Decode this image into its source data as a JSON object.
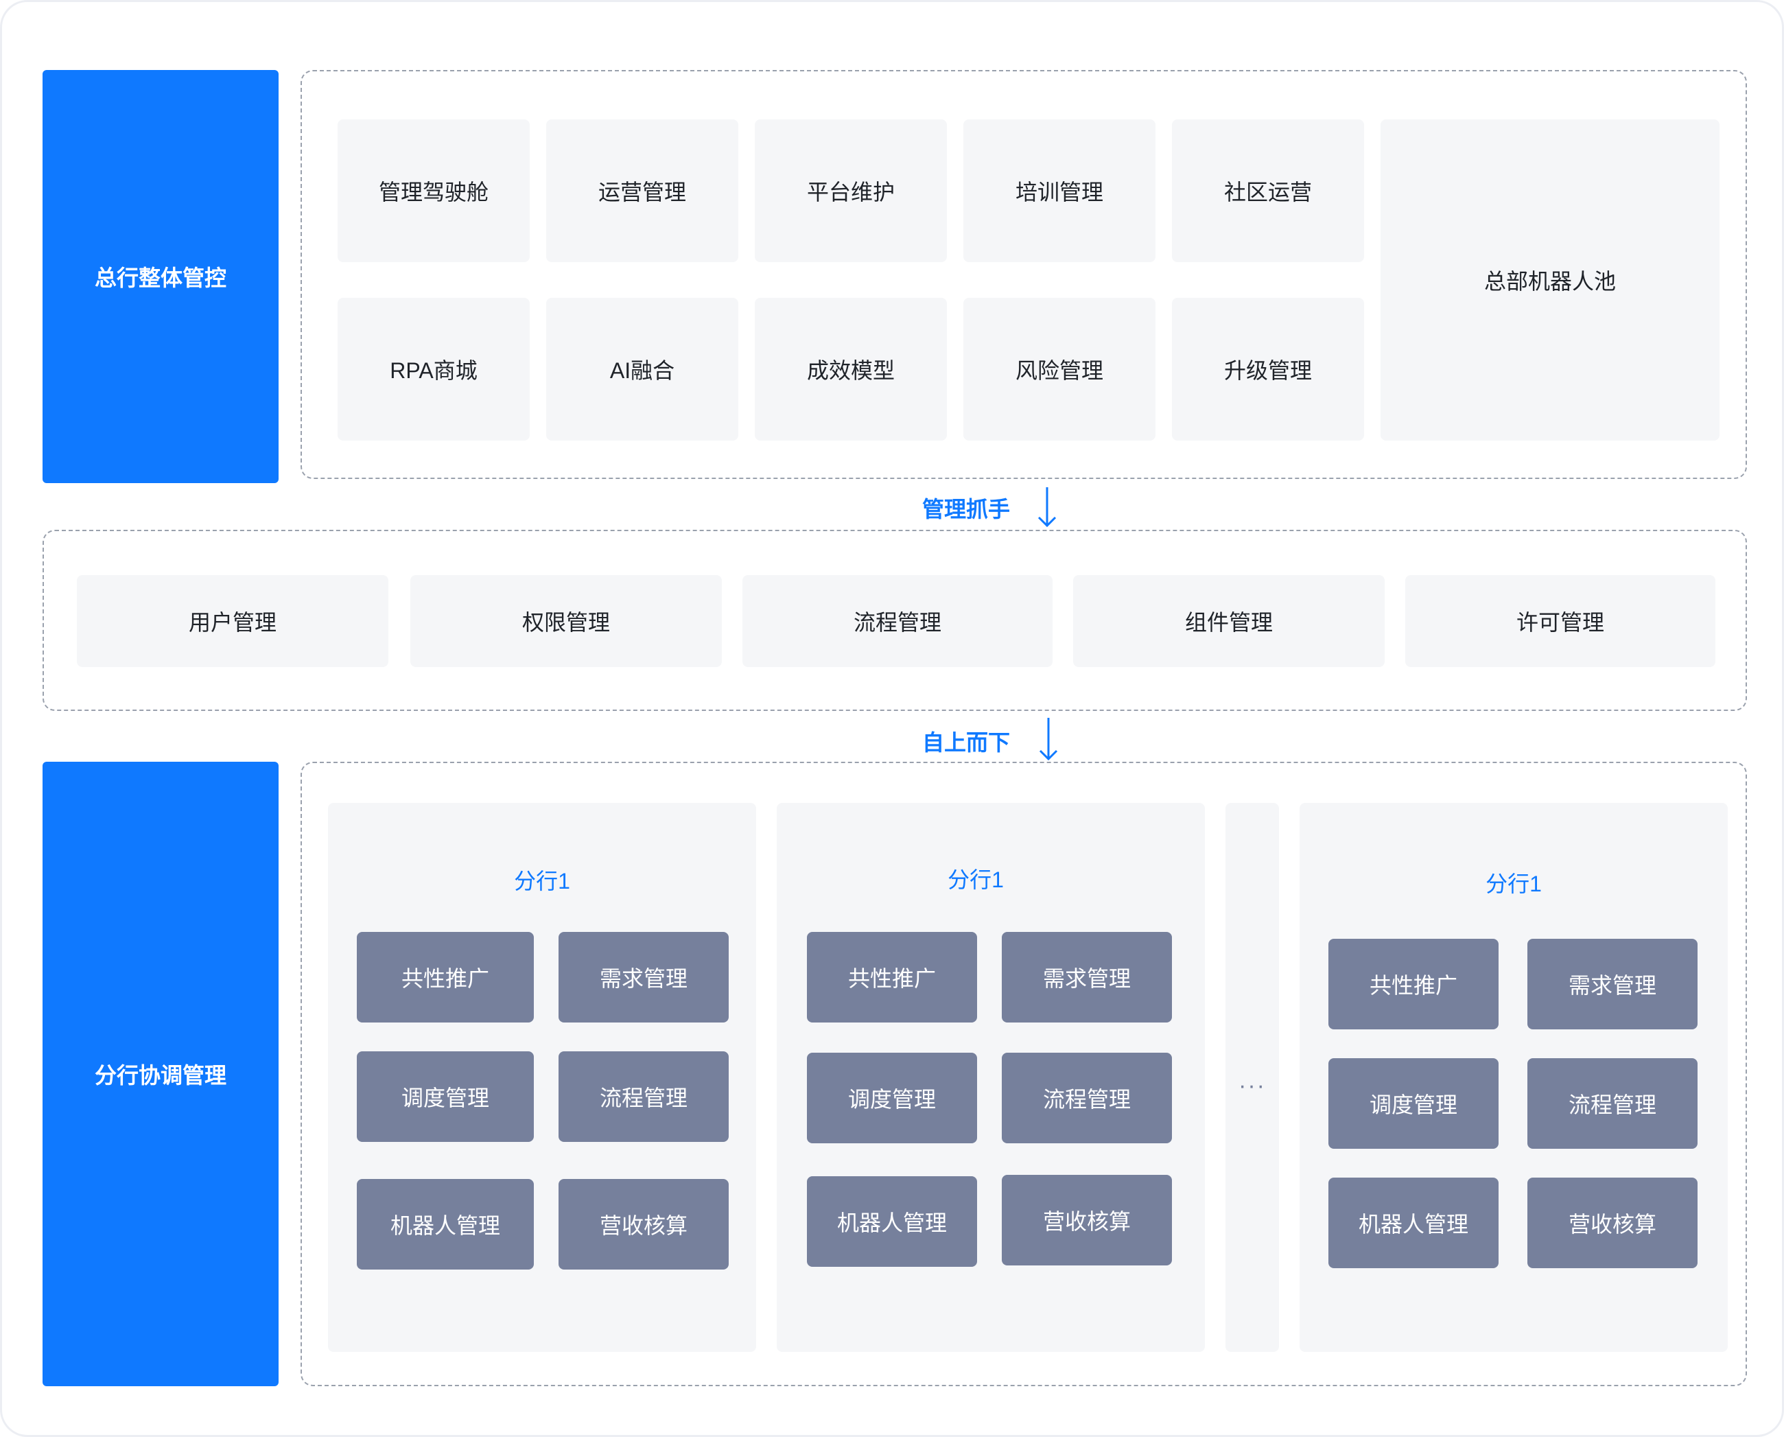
{
  "colors": {
    "accent": "#0f79ff",
    "tile_bg": "#f5f6f8",
    "branch_tile_bg": "#76809c"
  },
  "hq": {
    "label": "总行整体管控",
    "items": [
      "管理驾驶舱",
      "运营管理",
      "平台维护",
      "培训管理",
      "社区运营",
      "RPA商城",
      "AI融合",
      "成效模型",
      "风险管理",
      "升级管理"
    ],
    "pool": "总部机器人池"
  },
  "connector1": {
    "label": "管理抓手",
    "icon": "arrow-down-icon"
  },
  "middle": {
    "items": [
      "用户管理",
      "权限管理",
      "流程管理",
      "组件管理",
      "许可管理"
    ]
  },
  "connector2": {
    "label": "自上而下",
    "icon": "arrow-down-icon"
  },
  "branch": {
    "label": "分行协调管理",
    "ellipsis": "···",
    "columns": [
      {
        "title": "分行1",
        "items": [
          "共性推广",
          "需求管理",
          "调度管理",
          "流程管理",
          "机器人管理",
          "营收核算"
        ]
      },
      {
        "title": "分行1",
        "items": [
          "共性推广",
          "需求管理",
          "调度管理",
          "流程管理",
          "机器人管理",
          "营收核算"
        ]
      },
      {
        "title": "分行1",
        "items": [
          "共性推广",
          "需求管理",
          "调度管理",
          "流程管理",
          "机器人管理",
          "营收核算"
        ]
      }
    ]
  }
}
